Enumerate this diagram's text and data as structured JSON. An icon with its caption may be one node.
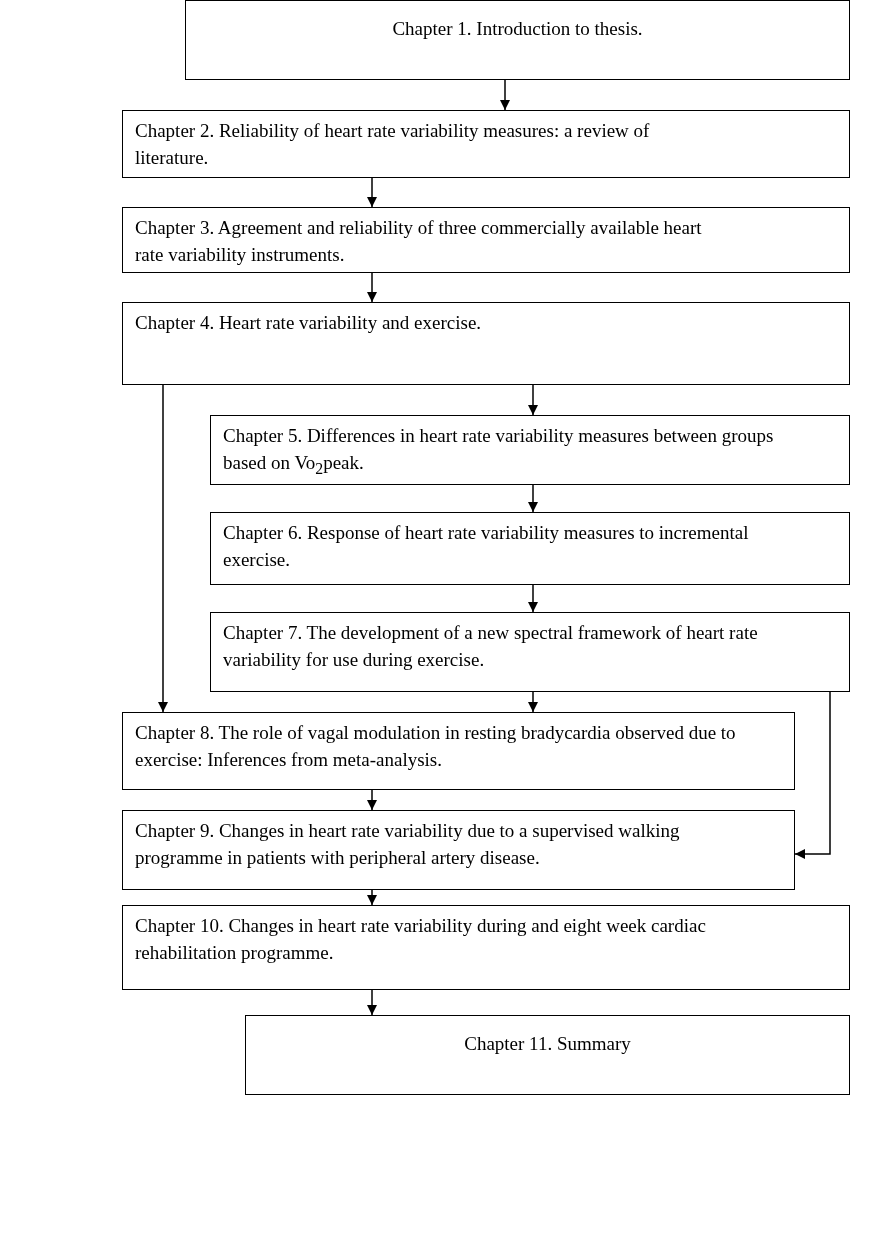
{
  "diagram": {
    "nodes": [
      {
        "text": [
          "Chapter 1. Introduction to thesis."
        ]
      },
      {
        "text": [
          "Chapter 2. Reliability of heart rate variability measures: a review of literature."
        ]
      },
      {
        "text": [
          "Chapter 3. Agreement and reliability of three commercially available heart rate variability instruments."
        ]
      },
      {
        "text": [
          "Chapter 4. Heart rate variability and exercise."
        ]
      },
      {
        "text": [
          "Chapter 5. Differences in heart rate variability measures between groups based on Vo$_{2}$peak."
        ]
      },
      {
        "text": [
          "Chapter 6. Response of heart rate variability measures to incremental exercise."
        ]
      },
      {
        "text": [
          "Chapter 7. The development of a new spectral framework of heart rate variability for use during exercise."
        ]
      },
      {
        "text": [
          "Chapter 8. The role of vagal modulation in resting bradycardia observed due to exercise: Inferences from meta-analysis."
        ]
      },
      {
        "text": [
          "Chapter 9. Changes in heart rate variability due to a supervised walking programme in patients with peripheral artery disease."
        ]
      },
      {
        "text": [
          "Chapter 10. Changes in heart rate variability during and eight week cardiac rehabilitation programme."
        ]
      },
      {
        "text": [
          "Chapter 11. Summary"
        ]
      }
    ],
    "edges": [
      {
        "from": 0,
        "to": 1,
        "arrow": "to"
      },
      {
        "from": 1,
        "to": 2,
        "arrow": "to"
      },
      {
        "from": 2,
        "to": 3,
        "arrow": "to"
      },
      {
        "from": 3,
        "to": 4,
        "arrow": "to"
      },
      {
        "from": 4,
        "to": 5,
        "arrow": "to"
      },
      {
        "from": 5,
        "to": 6,
        "arrow": "to"
      },
      {
        "from": 3,
        "to": 7,
        "arrow": "to"
      },
      {
        "from": 6,
        "to": 7,
        "arrow": "to"
      },
      {
        "from": 6,
        "to": 8,
        "arrow": "to"
      },
      {
        "from": 7,
        "to": 8,
        "arrow": "to"
      },
      {
        "from": 8,
        "to": 9,
        "arrow": "to"
      },
      {
        "from": 9,
        "to": 10,
        "arrow": "to"
      }
    ]
  }
}
